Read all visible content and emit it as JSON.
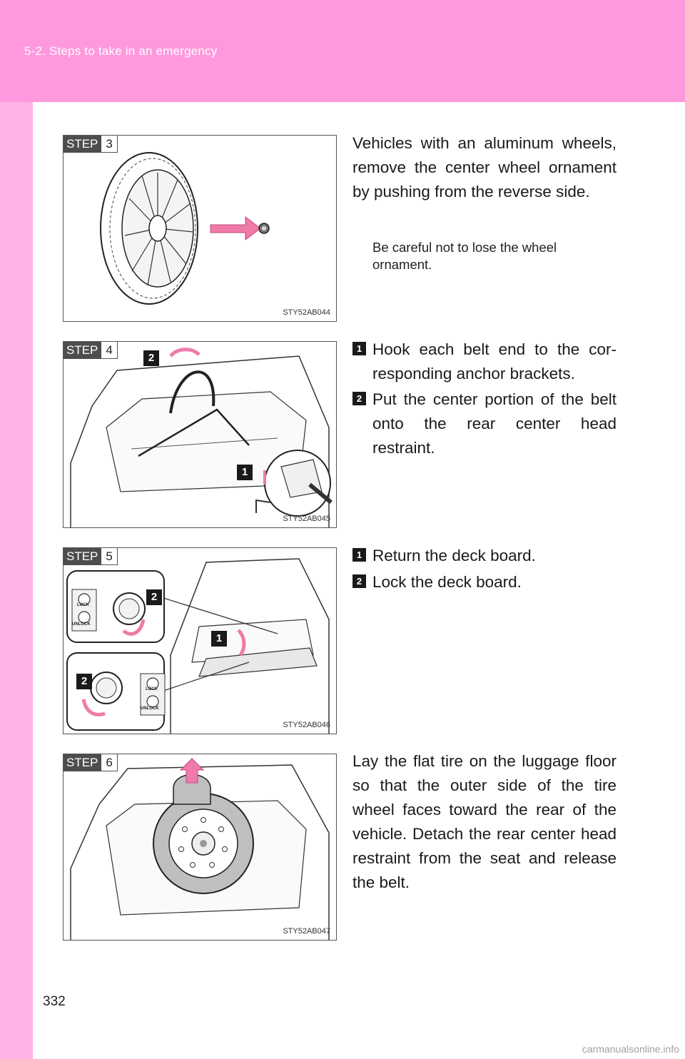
{
  "header": {
    "section_title": "5-2. Steps to take in an emergency"
  },
  "page_number": "332",
  "steps": [
    {
      "step_word": "STEP",
      "step_number": "3",
      "figure_code": "STY52AB044",
      "text": "Vehicles with an aluminum wheels, remove the center wheel ornament by pushing from the reverse side.",
      "note": "Be careful not to lose the wheel ornament."
    },
    {
      "step_word": "STEP",
      "step_number": "4",
      "figure_code": "STY52AB045",
      "callouts": [
        "1",
        "2"
      ],
      "items": [
        {
          "marker": "1",
          "text": "Hook each belt end to the cor-responding anchor brackets."
        },
        {
          "marker": "2",
          "text": "Put the center portion of the belt onto the rear center head restraint."
        }
      ]
    },
    {
      "step_word": "STEP",
      "step_number": "5",
      "figure_code": "STY52AB046",
      "callouts": [
        "1",
        "2",
        "2"
      ],
      "dial_labels": {
        "lock": "LOCK",
        "unlock": "UNLOCK"
      },
      "items": [
        {
          "marker": "1",
          "text": "Return the deck board."
        },
        {
          "marker": "2",
          "text": "Lock the deck board."
        }
      ]
    },
    {
      "step_word": "STEP",
      "step_number": "6",
      "figure_code": "STY52AB047",
      "text": "Lay the flat tire on the luggage floor so that the outer side of the tire wheel faces toward the rear of the vehicle. Detach the rear center head restraint from the seat and release the belt."
    }
  ],
  "watermark": "carmanualsonline.info",
  "colors": {
    "header_pink": "#ff99dd",
    "strip_pink": "#ffb3e6",
    "arrow_pink": "#f07aa8",
    "tire_gray": "#bfbfbf"
  }
}
